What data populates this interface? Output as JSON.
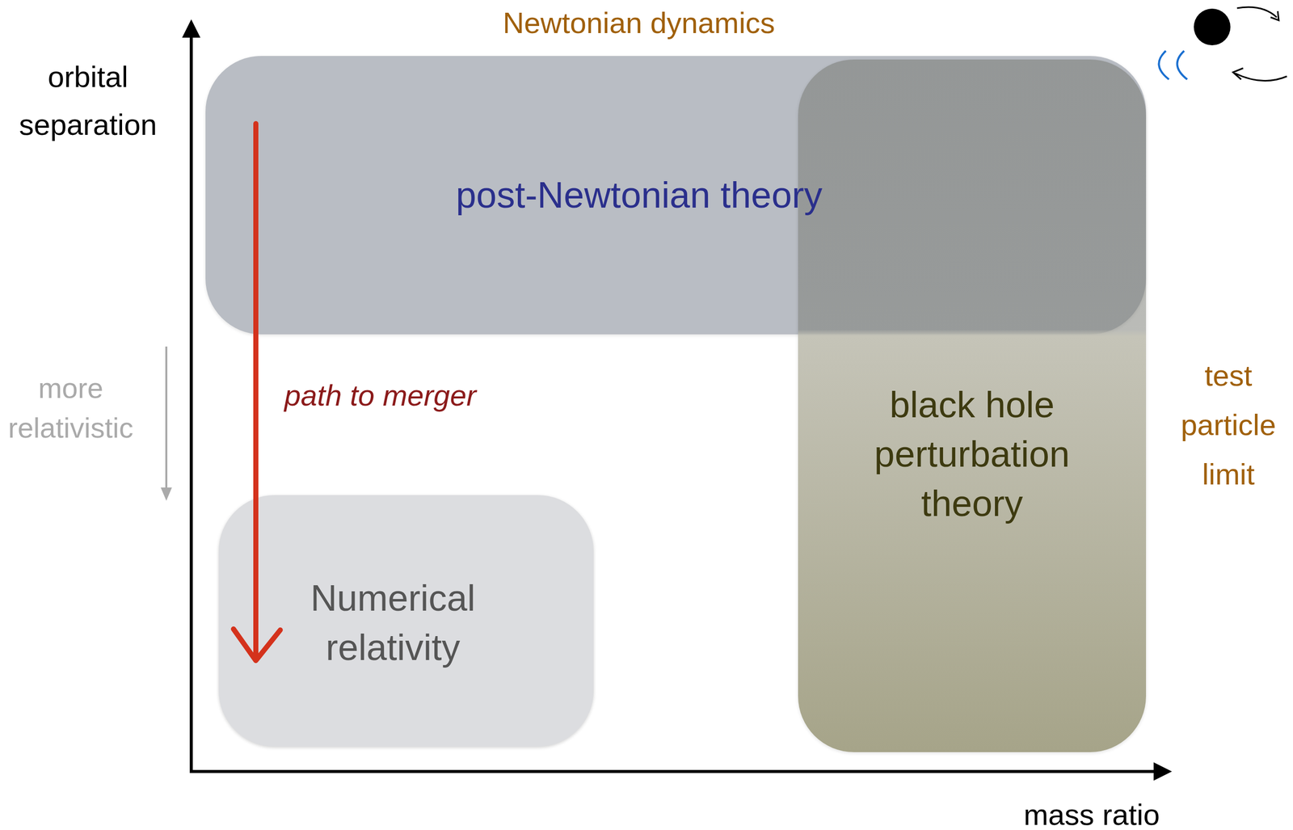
{
  "diagram": {
    "nodes": [
      {
        "text": [
          "post-Newtonian theory"
        ]
      },
      {
        "text": [
          "black hole perturbation theory"
        ]
      },
      {
        "text": [
          "Numerical relativity"
        ]
      }
    ],
    "labels": [
      "Newtonian dynamics",
      "orbital separation",
      "more relativistic",
      "path to merger",
      "test particle limit",
      "mass ratio"
    ]
  }
}
